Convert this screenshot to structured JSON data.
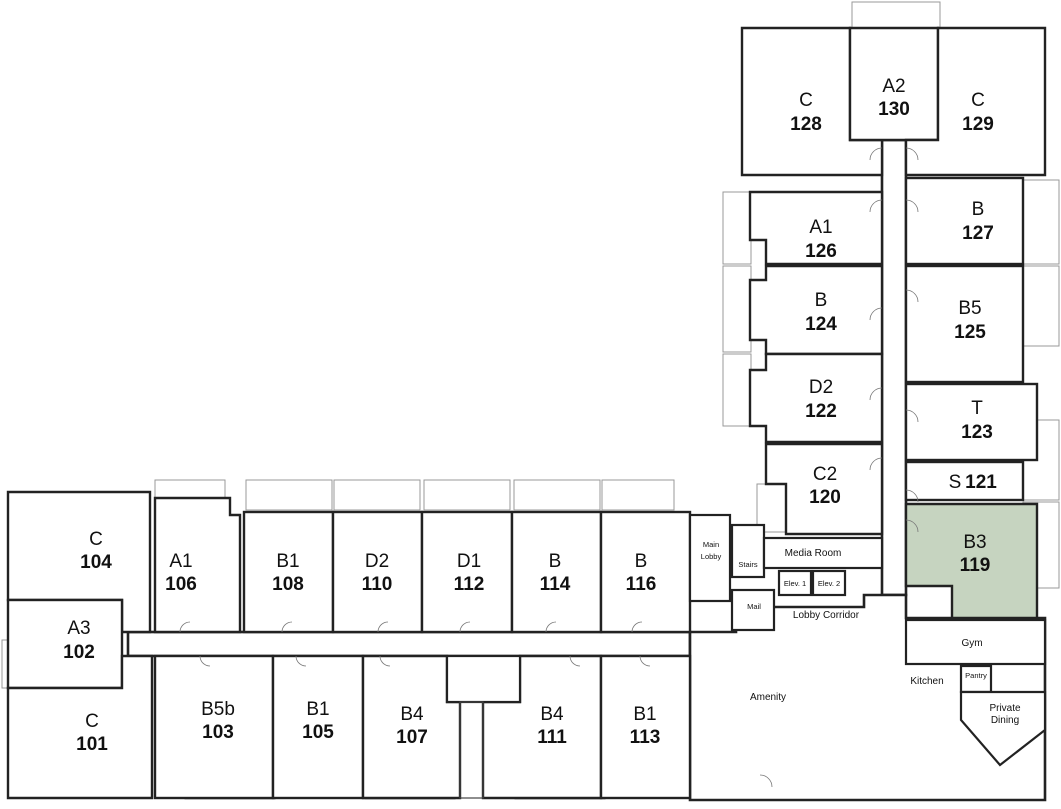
{
  "colors": {
    "active_unit": "#c6d4c0",
    "wall": "#222222"
  },
  "units": {
    "u128": {
      "type": "C",
      "num": "128"
    },
    "u130": {
      "type": "A2",
      "num": "130"
    },
    "u129": {
      "type": "C",
      "num": "129"
    },
    "u126": {
      "type": "A1",
      "num": "126"
    },
    "u127": {
      "type": "B",
      "num": "127"
    },
    "u124": {
      "type": "B",
      "num": "124"
    },
    "u125": {
      "type": "B5",
      "num": "125"
    },
    "u122": {
      "type": "D2",
      "num": "122"
    },
    "u123": {
      "type": "T",
      "num": "123"
    },
    "u120": {
      "type": "C2",
      "num": "120"
    },
    "u121": {
      "type": "S",
      "num": "121"
    },
    "u119": {
      "type": "B3",
      "num": "119",
      "selected": true
    },
    "u104": {
      "type": "C",
      "num": "104"
    },
    "u106": {
      "type": "A1",
      "num": "106"
    },
    "u108": {
      "type": "B1",
      "num": "108"
    },
    "u110": {
      "type": "D2",
      "num": "110"
    },
    "u112": {
      "type": "D1",
      "num": "112"
    },
    "u114": {
      "type": "B",
      "num": "114"
    },
    "u116": {
      "type": "B",
      "num": "116"
    },
    "u102": {
      "type": "A3",
      "num": "102"
    },
    "u101": {
      "type": "C",
      "num": "101"
    },
    "u103": {
      "type": "B5b",
      "num": "103"
    },
    "u105": {
      "type": "B1",
      "num": "105"
    },
    "u107": {
      "type": "B4",
      "num": "107"
    },
    "u111": {
      "type": "B4",
      "num": "111"
    },
    "u113": {
      "type": "B1",
      "num": "113"
    }
  },
  "amenities": {
    "main_lobby_line1": "Main",
    "main_lobby_line2": "Lobby",
    "stairs": "Stairs",
    "media_room": "Media Room",
    "elev1": "Elev. 1",
    "elev2": "Elev. 2",
    "mail": "Mail",
    "lobby_corridor": "Lobby Corridor",
    "gym": "Gym",
    "kitchen": "Kitchen",
    "pantry": "Pantry",
    "private_dining_line1": "Private",
    "private_dining_line2": "Dining",
    "amenity": "Amenity"
  }
}
